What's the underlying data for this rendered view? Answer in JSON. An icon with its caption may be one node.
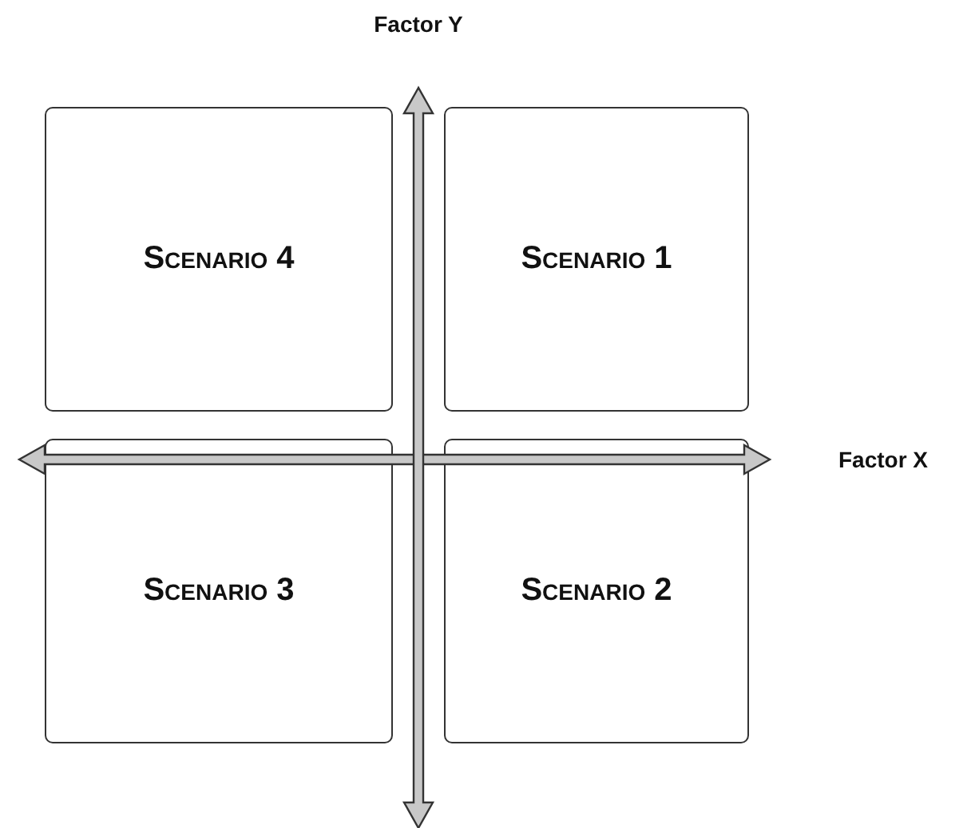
{
  "diagram": {
    "nodes": [
      {
        "text": [
          "Scenario 4"
        ]
      },
      {
        "text": [
          "Scenario 1"
        ]
      },
      {
        "text": [
          "Scenario 3"
        ]
      },
      {
        "text": [
          "Scenario 2"
        ]
      }
    ],
    "labels": [
      "Factor Y",
      "Factor X"
    ]
  }
}
